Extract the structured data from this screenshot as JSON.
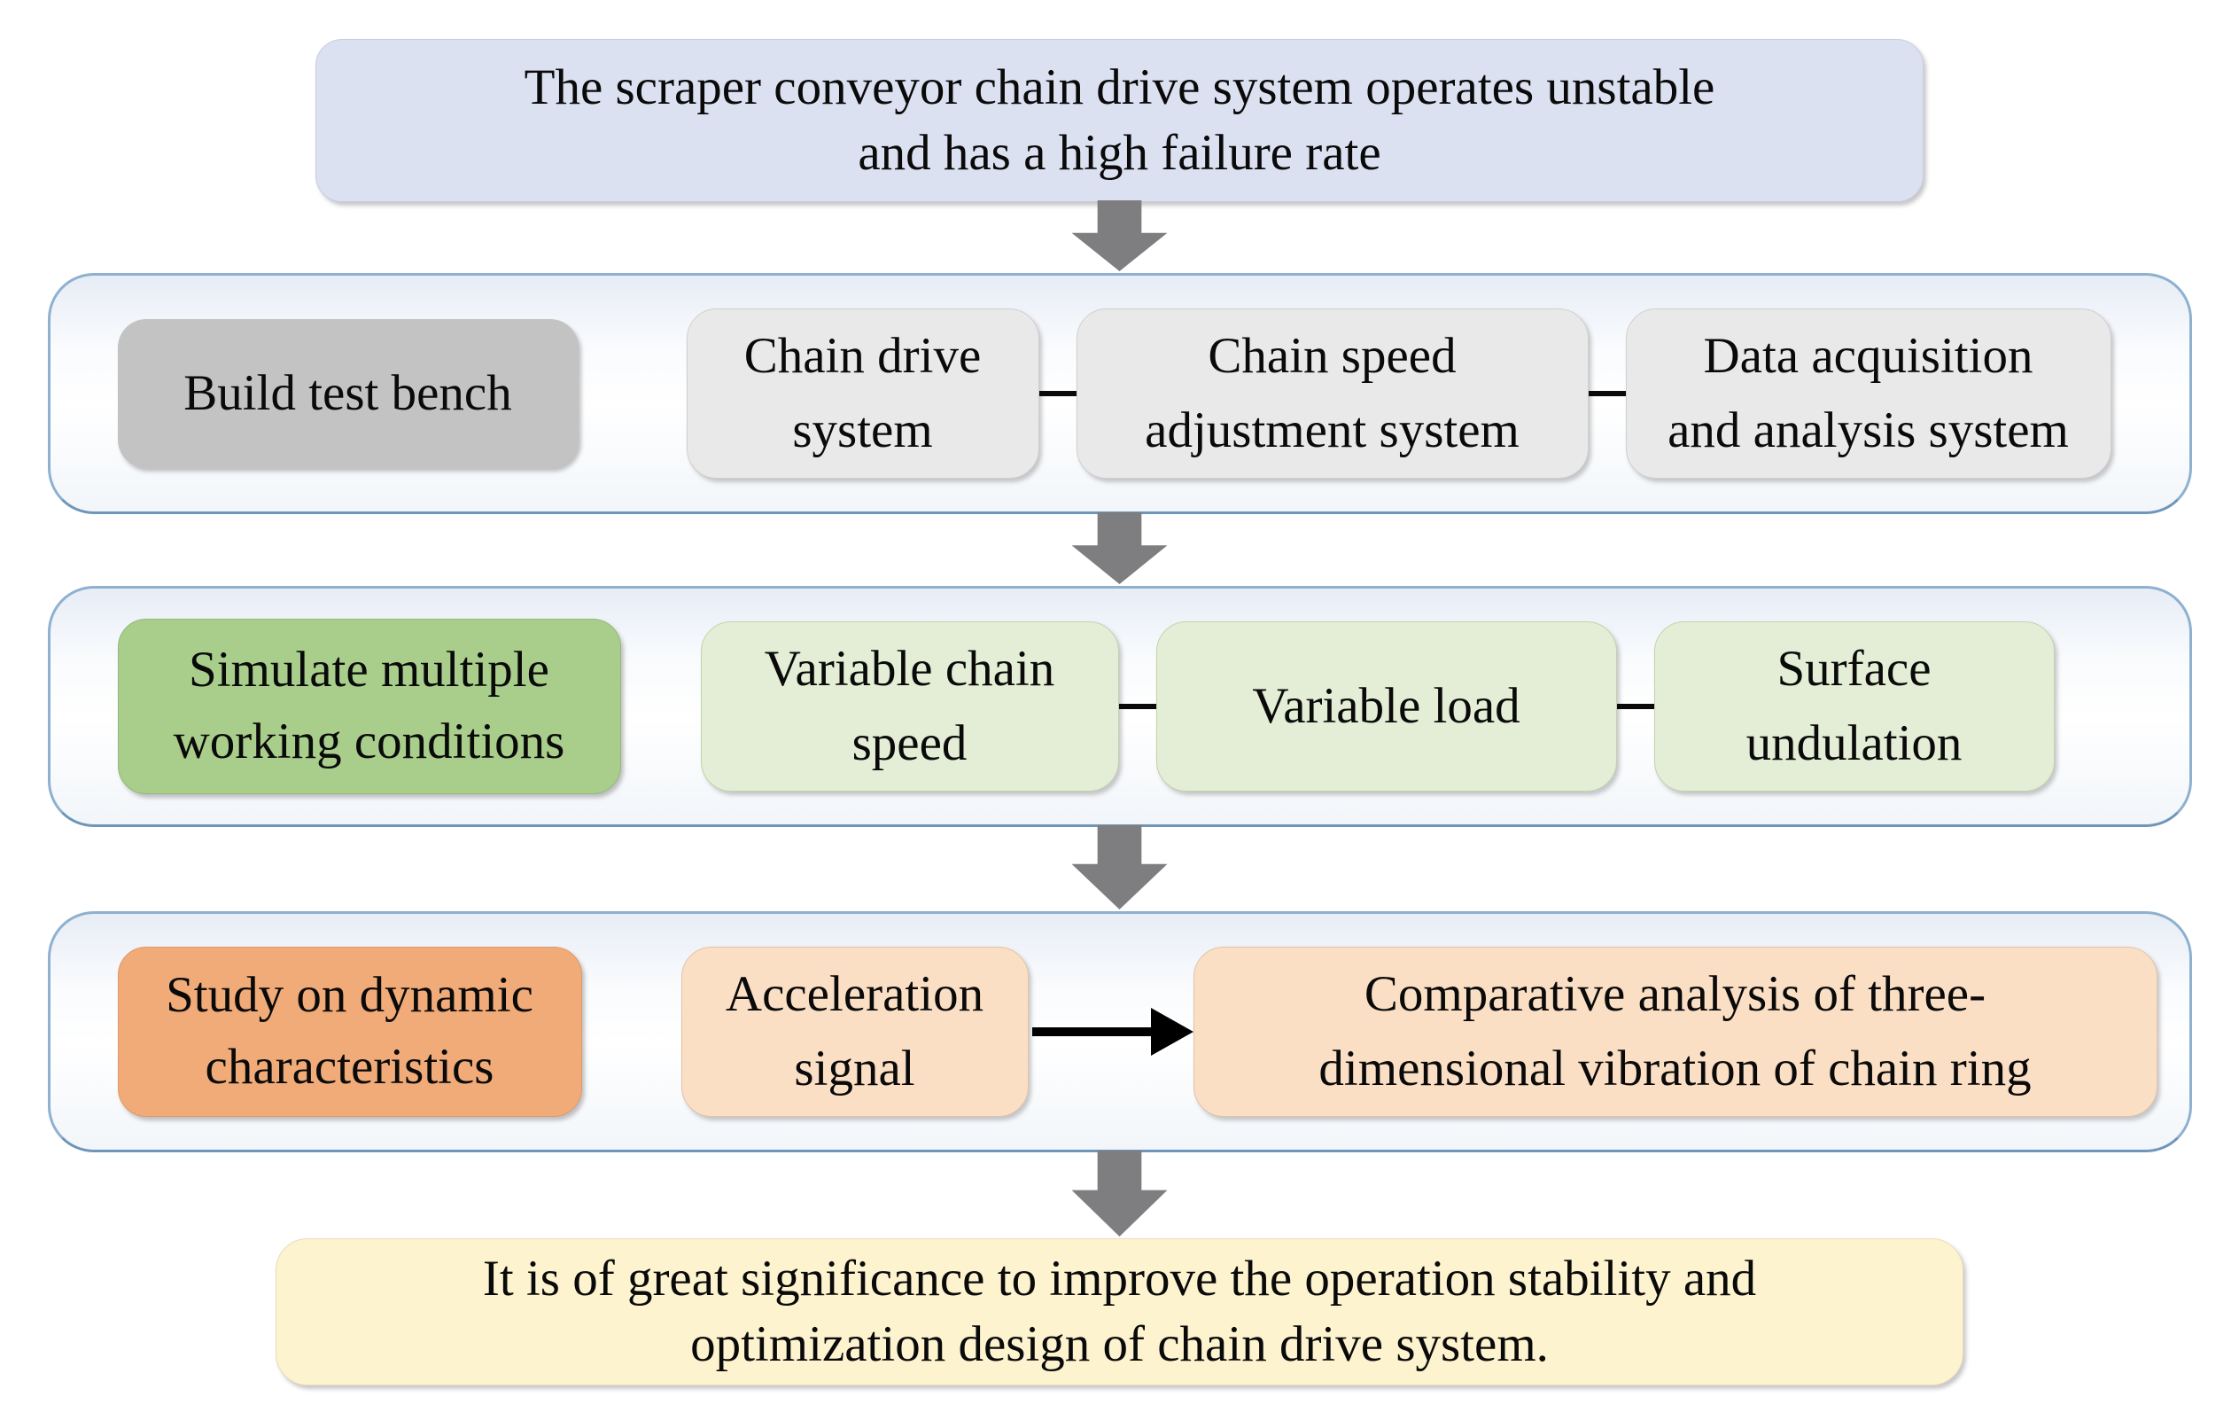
{
  "palette": {
    "top_box_bg": "#dce1f1",
    "stage_border": "#8fb0cf",
    "stage_bg_tint": "#e7edf6",
    "gray_label_bg": "#c3c3c3",
    "gray_item_bg": "#e9e9e9",
    "green_label_bg": "#a9ce8c",
    "green_item_bg": "#e4edd5",
    "orange_label_bg": "#f0ab78",
    "orange_item_bg": "#fbdfc5",
    "bottom_box_bg": "#fdf3cf",
    "block_arrow_gray": "#7e7e80",
    "connector_black": "#000000",
    "text_color": "#0a0a0a"
  },
  "top_box": {
    "text": "The scraper conveyor chain drive system operates unstable and has a high failure rate",
    "lines": [
      "The scraper conveyor chain drive system operates unstable",
      "and has a high failure rate"
    ]
  },
  "rows": [
    {
      "theme": "gray",
      "label": {
        "text": "Build test bench",
        "lines": [
          "Build test bench"
        ]
      },
      "connector": "line",
      "items": [
        {
          "text": "Chain drive system",
          "lines": [
            "Chain drive",
            "system"
          ]
        },
        {
          "text": "Chain speed adjustment system",
          "lines": [
            "Chain speed",
            "adjustment system"
          ]
        },
        {
          "text": "Data acquisition and analysis system",
          "lines": [
            "Data acquisition",
            "and analysis system"
          ]
        }
      ]
    },
    {
      "theme": "green",
      "label": {
        "text": "Simulate multiple working conditions",
        "lines": [
          "Simulate multiple",
          "working conditions"
        ]
      },
      "connector": "line",
      "items": [
        {
          "text": "Variable chain speed",
          "lines": [
            "Variable chain",
            "speed"
          ]
        },
        {
          "text": "Variable load",
          "lines": [
            "Variable load"
          ]
        },
        {
          "text": "Surface undulation",
          "lines": [
            "Surface",
            "undulation"
          ]
        }
      ]
    },
    {
      "theme": "orange",
      "label": {
        "text": "Study on dynamic characteristics",
        "lines": [
          "Study on dynamic",
          "characteristics"
        ]
      },
      "connector": "arrow",
      "items": [
        {
          "text": "Acceleration signal",
          "lines": [
            "Acceleration",
            "signal"
          ]
        },
        {
          "text": "Comparative analysis of three-dimensional vibration of chain ring",
          "lines": [
            "Comparative analysis of three-",
            "dimensional vibration of chain ring"
          ]
        }
      ]
    }
  ],
  "bottom_box": {
    "text": "It is of great significance to improve the operation stability and optimization design of chain drive system.",
    "lines": [
      "It is of great significance to improve the operation stability and",
      "optimization design of chain drive system."
    ]
  }
}
